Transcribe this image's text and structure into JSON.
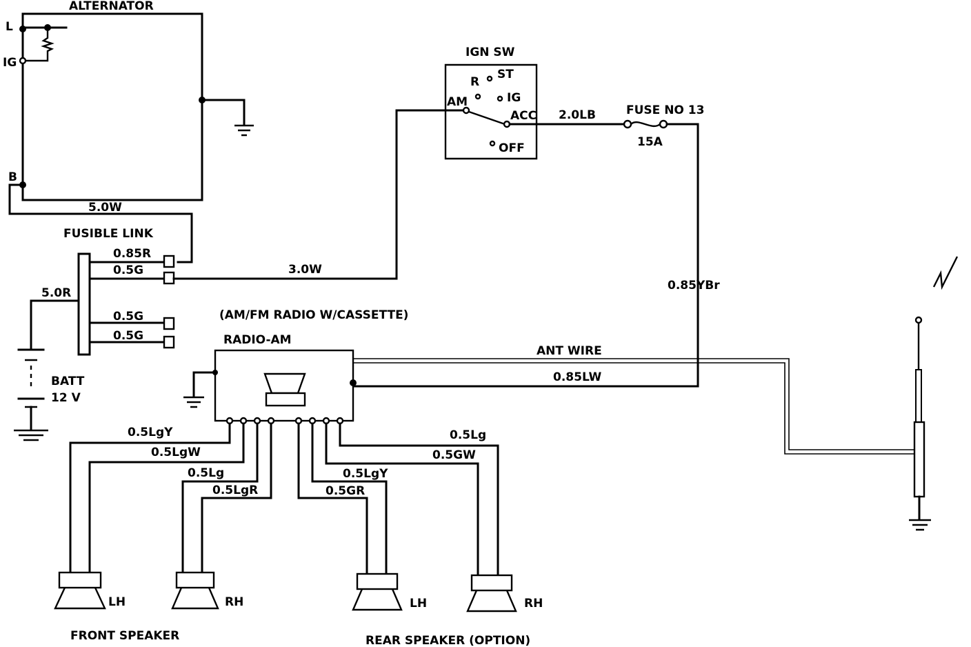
{
  "components": {
    "alternator": {
      "title": "ALTERNATOR",
      "terminal_l": "L",
      "terminal_ig": "IG",
      "terminal_b": "B"
    },
    "ignition_switch": {
      "title": "IGN SW",
      "pos_r": "R",
      "pos_st": "ST",
      "pos_ig": "IG",
      "pos_am": "AM",
      "pos_acc": "ACC",
      "pos_off": "OFF"
    },
    "fuse": {
      "name": "FUSE NO 13",
      "rating": "15A"
    },
    "fusible_link": {
      "title": "FUSIBLE LINK"
    },
    "battery": {
      "label": "BATT",
      "voltage": "12 V"
    },
    "radio": {
      "description": "(AM/FM RADIO W/CASSETTE)",
      "title": "RADIO-AM"
    },
    "antenna": {
      "wire_label": "ANT WIRE"
    },
    "speakers": {
      "front_lh": "LH",
      "front_rh": "RH",
      "rear_lh": "LH",
      "rear_rh": "RH",
      "front_caption": "FRONT SPEAKER",
      "rear_caption": "REAR SPEAKER (OPTION)"
    }
  },
  "wires": {
    "alt_to_link": "5.0W",
    "link_085r": "0.85R",
    "link_05g_top": "0.5G",
    "link_to_ign": "3.0W",
    "batt_to_link": "5.0R",
    "link_05g_mid": "0.5G",
    "link_05g_low": "0.5G",
    "acc_to_fuse": "2.0LB",
    "fuse_to_radio": "0.85YBr",
    "radio_power": "0.85LW",
    "front_lh_a": "0.5LgY",
    "front_lh_b": "0.5LgW",
    "front_rh_a": "0.5Lg",
    "front_rh_b": "0.5LgR",
    "rear_rh_a": "0.5Lg",
    "rear_rh_b": "0.5GW",
    "rear_lh_a": "0.5LgY",
    "rear_lh_b": "0.5GR"
  }
}
